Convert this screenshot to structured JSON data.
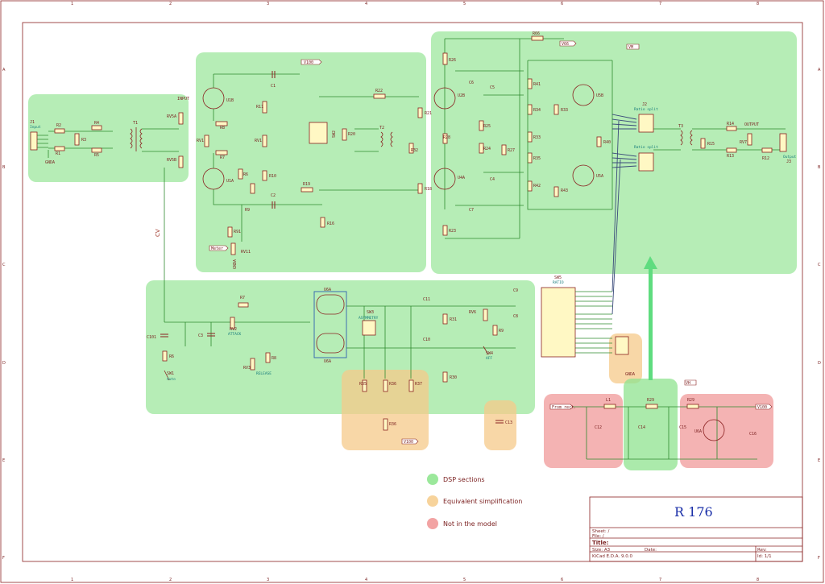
{
  "sheet": {
    "title_label": "Title:",
    "sheet_label": "Sheet: /",
    "file_label": "File: /",
    "size_label": "Size: A3",
    "date_label": "Date:",
    "rev_label": "Rev:",
    "tool_label": "KiCad E.D.A. 9.0.0",
    "id_label": "Id: 1/1",
    "model_name": "R 176"
  },
  "grid": {
    "columns": [
      "1",
      "2",
      "3",
      "4",
      "5",
      "6",
      "7",
      "8"
    ],
    "rows": [
      "A",
      "B",
      "C",
      "D",
      "E",
      "F"
    ]
  },
  "legend": {
    "items": [
      {
        "label": "DSP sections",
        "color": "#9be89b"
      },
      {
        "label": "Equivalent simplification",
        "color": "#f7d39b"
      },
      {
        "label": "Not in the model",
        "color": "#f2a3a3"
      }
    ]
  },
  "colors": {
    "dsp": "#8fe38f",
    "equivalent": "#f5c98a",
    "not_in_model": "#f09a9a",
    "arrow": "#5fdc7f"
  },
  "labels": {
    "cv": "CV",
    "net_v100": "V100",
    "net_v100b": "V100",
    "net_v100c": "V100",
    "net_v66": "V66",
    "net_vm": "VM",
    "net_vh": "VH",
    "meter": "Meter",
    "from_rect": "From rect.",
    "input": "INPUT",
    "output": "OUTPUT",
    "j1": "J1",
    "j1_name": "Input",
    "j3": "J3",
    "j3_name": "Output",
    "j2": "J2",
    "ratio_split": "Ratio split",
    "ratio_split_b": "Ratio split",
    "sw5": "SW5",
    "sw5_name": "RATIO",
    "sw3": "SW3",
    "sw3_name": "ASYMMETRY",
    "sw1": "SW1",
    "sw1_name": "Auto",
    "sw4": "SW4",
    "sw4_name": "AFF",
    "rv2_name": "ATTACK",
    "rv3_name": "RELEASE",
    "gnda": "GNDA",
    "u1a": "U1A",
    "u1b": "U1B",
    "u2b": "U2B",
    "u4a": "U4A",
    "u5b": "U5B",
    "u5a": "U5A",
    "u6a": "U6A",
    "u6a_b": "U6A",
    "u6a_c": "U6A",
    "t1": "T1",
    "t2": "T2",
    "t3": "T3",
    "rv5a": "RV5A",
    "rv5b": "RV5B",
    "rv7": "RV7",
    "rv11": "RV11",
    "rv1": "RV1",
    "rv1b": "RV1",
    "rv6": "RV6",
    "sw2": "SW2",
    "r_refs": [
      "R1",
      "R2",
      "R3",
      "R4",
      "R5",
      "R6",
      "R7",
      "R8",
      "R9",
      "R10",
      "R11",
      "R12",
      "R13",
      "R14",
      "R15",
      "R16",
      "R19",
      "R20",
      "R21",
      "R22",
      "R23",
      "R24",
      "R25",
      "R26",
      "R27",
      "R28",
      "R29",
      "R30",
      "R31",
      "R32",
      "R33",
      "R34",
      "R35",
      "R36",
      "R37",
      "R38",
      "R39",
      "R40",
      "R41",
      "R42",
      "R43",
      "R44",
      "R66",
      "R91"
    ],
    "c_refs": [
      "C1",
      "C2",
      "C3",
      "C4",
      "C5",
      "C6",
      "C7",
      "C8",
      "C9",
      "C10",
      "C11",
      "C12",
      "C13",
      "C14",
      "C15",
      "C16",
      "C101"
    ]
  }
}
